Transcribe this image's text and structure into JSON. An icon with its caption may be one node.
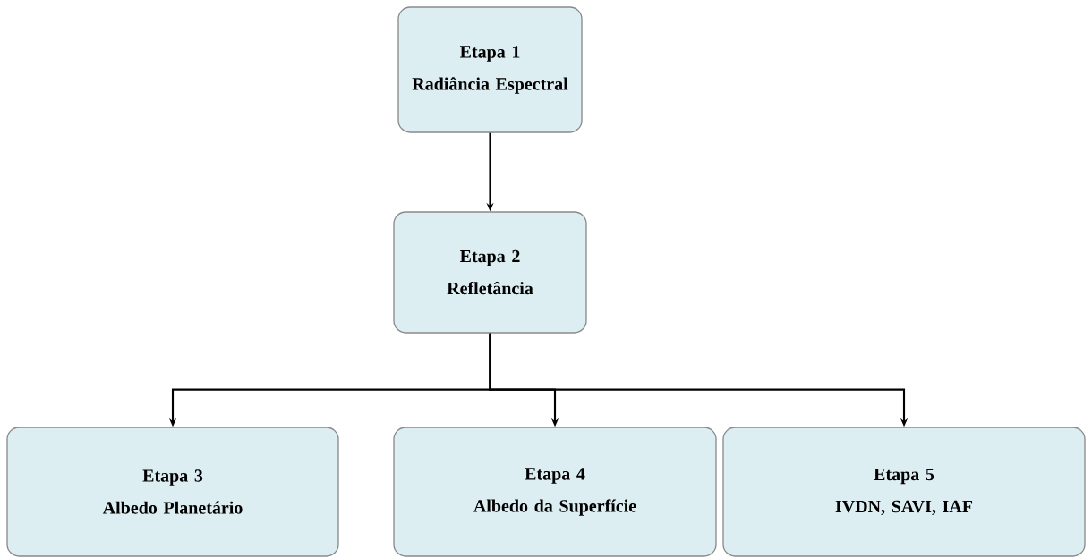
{
  "diagram": {
    "nodes": [
      {
        "text": [
          "Etapa 1",
          "Radiância Espectral"
        ]
      },
      {
        "text": [
          "Etapa 2",
          "Refletância"
        ]
      },
      {
        "text": [
          "Etapa 3",
          "Albedo Planetário"
        ]
      },
      {
        "text": [
          "Etapa 4",
          "Albedo da Superfície"
        ]
      },
      {
        "text": [
          "Etapa 5",
          "IVDN, SAVI, IAF"
        ]
      }
    ],
    "edges": [
      {
        "from": 0,
        "to": 1,
        "arrow": "to"
      },
      {
        "from": 1,
        "to": 2,
        "arrow": "to"
      },
      {
        "from": 1,
        "to": 3,
        "arrow": "to"
      },
      {
        "from": 1,
        "to": 4,
        "arrow": "to"
      }
    ]
  }
}
